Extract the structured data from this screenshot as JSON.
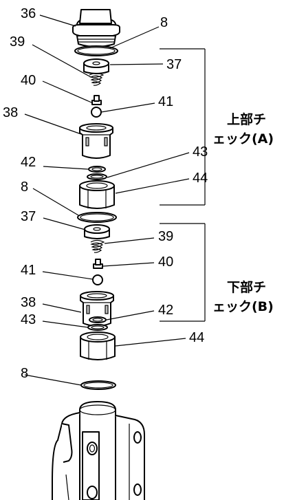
{
  "callouts": {
    "p36": "36",
    "p8_top": "8",
    "p39_top": "39",
    "p37_top": "37",
    "p40_top": "40",
    "p41_top": "41",
    "p38_top": "38",
    "p42_top": "42",
    "p43_top": "43",
    "p44_top": "44",
    "p8_mid": "8",
    "p37_bot": "37",
    "p39_bot": "39",
    "p40_bot": "40",
    "p41_bot": "41",
    "p38_bot": "38",
    "p42_bot": "42",
    "p43_bot": "43",
    "p44_bot": "44",
    "p8_bot": "8"
  },
  "sections": {
    "upper_line1": "上部チ",
    "upper_line2": "ェック(A)",
    "lower_line1": "下部チ",
    "lower_line2": "ェック(B)"
  }
}
